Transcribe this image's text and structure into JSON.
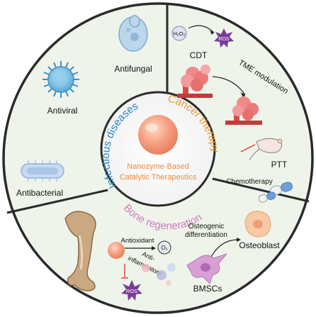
{
  "center": {
    "title_line1": "Nanozyme-Based",
    "title_line2": "Catalytic Therapeutics"
  },
  "sections": {
    "infectious": {
      "title": "Infectious diseases",
      "items": {
        "antiviral": "Antiviral",
        "antifungal": "Antifungal",
        "antibacterial": "Antibacterial"
      }
    },
    "cancer": {
      "title": "Cancer therapy",
      "items": {
        "h2o2": "H₂O₂",
        "ros": "ROS",
        "cdt": "CDT",
        "tme": "TME modulation",
        "ptt": "PTT",
        "chemo": "Chemotherapy"
      }
    },
    "bone": {
      "title": "Bone regeneration",
      "items": {
        "antioxidant": "Antioxidant",
        "o2": "O₂",
        "osteo_diff_1": "Osteogenic",
        "osteo_diff_2": "differentiation",
        "osteoblast": "Osteoblast",
        "anti1": "Anti-",
        "anti2": "inflammatory",
        "ros": "ROS",
        "bmscs": "BMSCs"
      }
    }
  },
  "colors": {
    "bg_sector": "#eef4ea",
    "border": "#2b2b2b",
    "infectious_title": "#2a86c8",
    "cancer_title": "#f09a2a",
    "bone_title": "#d07ac0",
    "center_text": "#f08a3c",
    "sphere": "#f6a183",
    "ros_star": "#7b3a9a"
  }
}
